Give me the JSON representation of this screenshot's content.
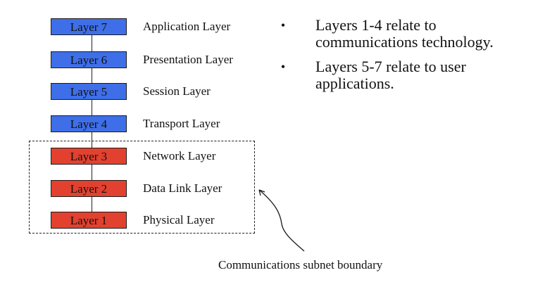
{
  "layers": [
    {
      "label": "Layer 7",
      "name": "Application Layer",
      "color": "#3f6fe8"
    },
    {
      "label": "Layer 6",
      "name": "Presentation Layer",
      "color": "#3f6fe8"
    },
    {
      "label": "Layer 5",
      "name": "Session Layer",
      "color": "#3f6fe8"
    },
    {
      "label": "Layer 4",
      "name": "Transport Layer",
      "color": "#3f6fe8"
    },
    {
      "label": "Layer 3",
      "name": "Network Layer",
      "color": "#e3412f"
    },
    {
      "label": "Layer 2",
      "name": "Data Link Layer",
      "color": "#e3412f"
    },
    {
      "label": "Layer 1",
      "name": "Physical Layer",
      "color": "#e3412f"
    }
  ],
  "bullets": [
    {
      "line1": "Layers 1-4 relate to",
      "line2": "communications technology."
    },
    {
      "line1": "Layers 5-7 relate to user",
      "line2": "applications."
    }
  ],
  "boundary_label": "Communications subnet boundary",
  "bullet_glyph": "•"
}
